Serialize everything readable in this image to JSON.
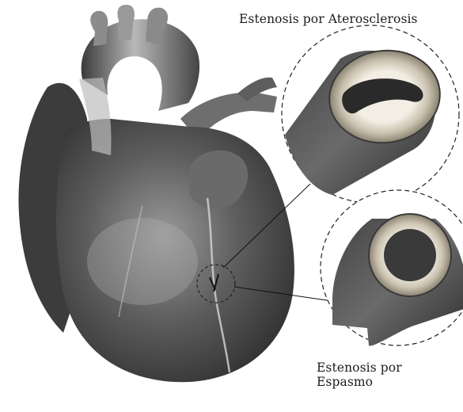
{
  "labels": {
    "atherosclerosis": "Estenosis por Aterosclerosis",
    "spasm_line1": "Estenosis por",
    "spasm_line2": "Espasmo"
  },
  "colors": {
    "heart_dark": "#2e2e2e",
    "heart_mid": "#5a5a5a",
    "heart_light": "#a8a8a8",
    "plaque": "#d8d2c4",
    "background": "#ffffff"
  }
}
